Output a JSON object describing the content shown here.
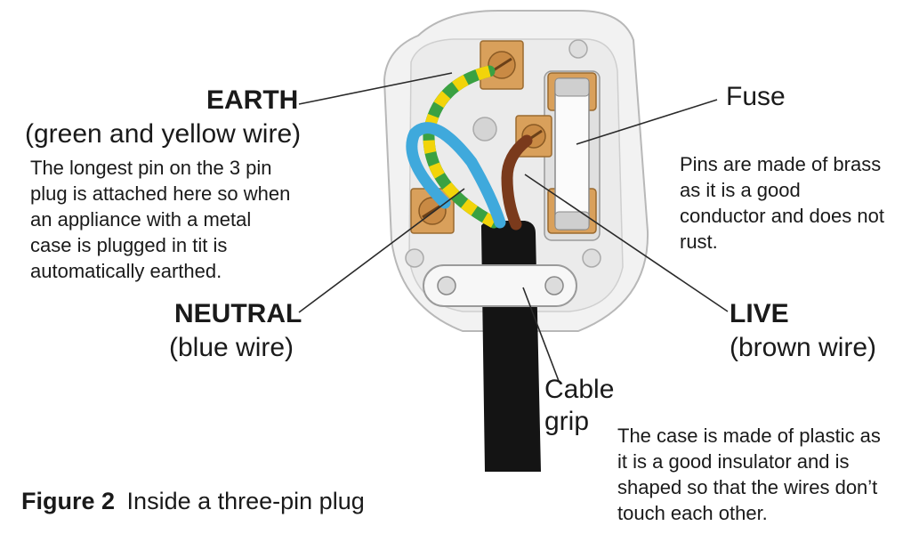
{
  "labels": {
    "earth": {
      "title": "EARTH",
      "subtitle": "(green and yellow wire)"
    },
    "neutral": {
      "title": "NEUTRAL",
      "subtitle": "(blue wire)"
    },
    "live": {
      "title": "LIVE",
      "subtitle": "(brown wire)"
    },
    "fuse": "Fuse",
    "cable_grip": {
      "line1": "Cable",
      "line2": "grip"
    }
  },
  "notes": {
    "earth_pin": [
      "The longest pin on the 3 pin",
      "plug is attached here so when",
      "an appliance with a metal",
      "case is plugged in tit is",
      "automatically earthed."
    ],
    "pins": [
      "Pins are made of brass",
      "as it is a good",
      "conductor and does not",
      "rust."
    ],
    "case": [
      "The case is made of plastic as",
      "it is a good insulator and is",
      "shaped so that the wires don’t",
      "touch each other."
    ]
  },
  "figure": {
    "number": "Figure 2",
    "caption": "Inside a three-pin plug"
  },
  "colors": {
    "earth_green": "#3aa142",
    "earth_yellow": "#f2d40a",
    "neutral_blue": "#3fa9dc",
    "live_brown": "#7a3a1c",
    "brass": "#d9a05b",
    "cable": "#141414",
    "plug_body": "#f2f2f2"
  }
}
